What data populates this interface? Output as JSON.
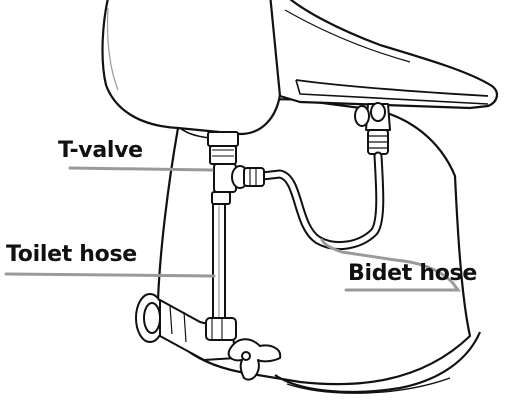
{
  "labels": {
    "t_valve": "T-valve",
    "toilet_hose": "Toilet hose",
    "bidet_hose": "Bidet hose"
  },
  "colors": {
    "line": "#111111",
    "leader": "#9a9a9a",
    "hose_fill": "#ffffff",
    "shadow": "#cfcfcf"
  }
}
